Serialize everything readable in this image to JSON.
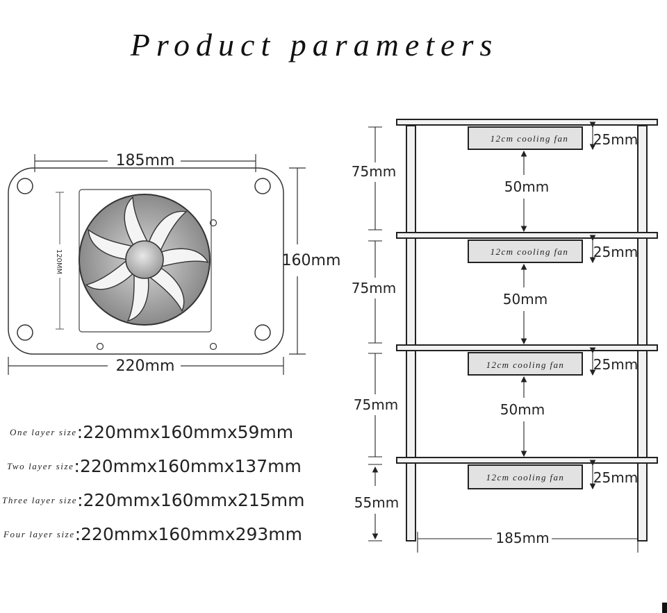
{
  "title": "Product parameters",
  "plate": {
    "width_top": "185mm",
    "width_bottom": "220mm",
    "height_right": "160mm",
    "fan_side": "120MM"
  },
  "layer_sizes": [
    {
      "label": "One layer size",
      "value": ":220mmx160mmx59mm"
    },
    {
      "label": "Two layer size",
      "value": ":220mmx160mmx137mm"
    },
    {
      "label": "Three layer size",
      "value": ":220mmx160mmx215mm"
    },
    {
      "label": "Four layer size",
      "value": ":220mmx160mmx293mm"
    }
  ],
  "stack": {
    "fan_label": "12cm cooling fan",
    "fan_height": "25mm",
    "fan_gap": "50mm",
    "layer_pitch": "75mm",
    "bottom_leg": "55mm",
    "width": "185mm"
  },
  "colors": {
    "line": "#222222",
    "shelf": "#f2f2f2",
    "fan_box": "#e2e2e2"
  }
}
